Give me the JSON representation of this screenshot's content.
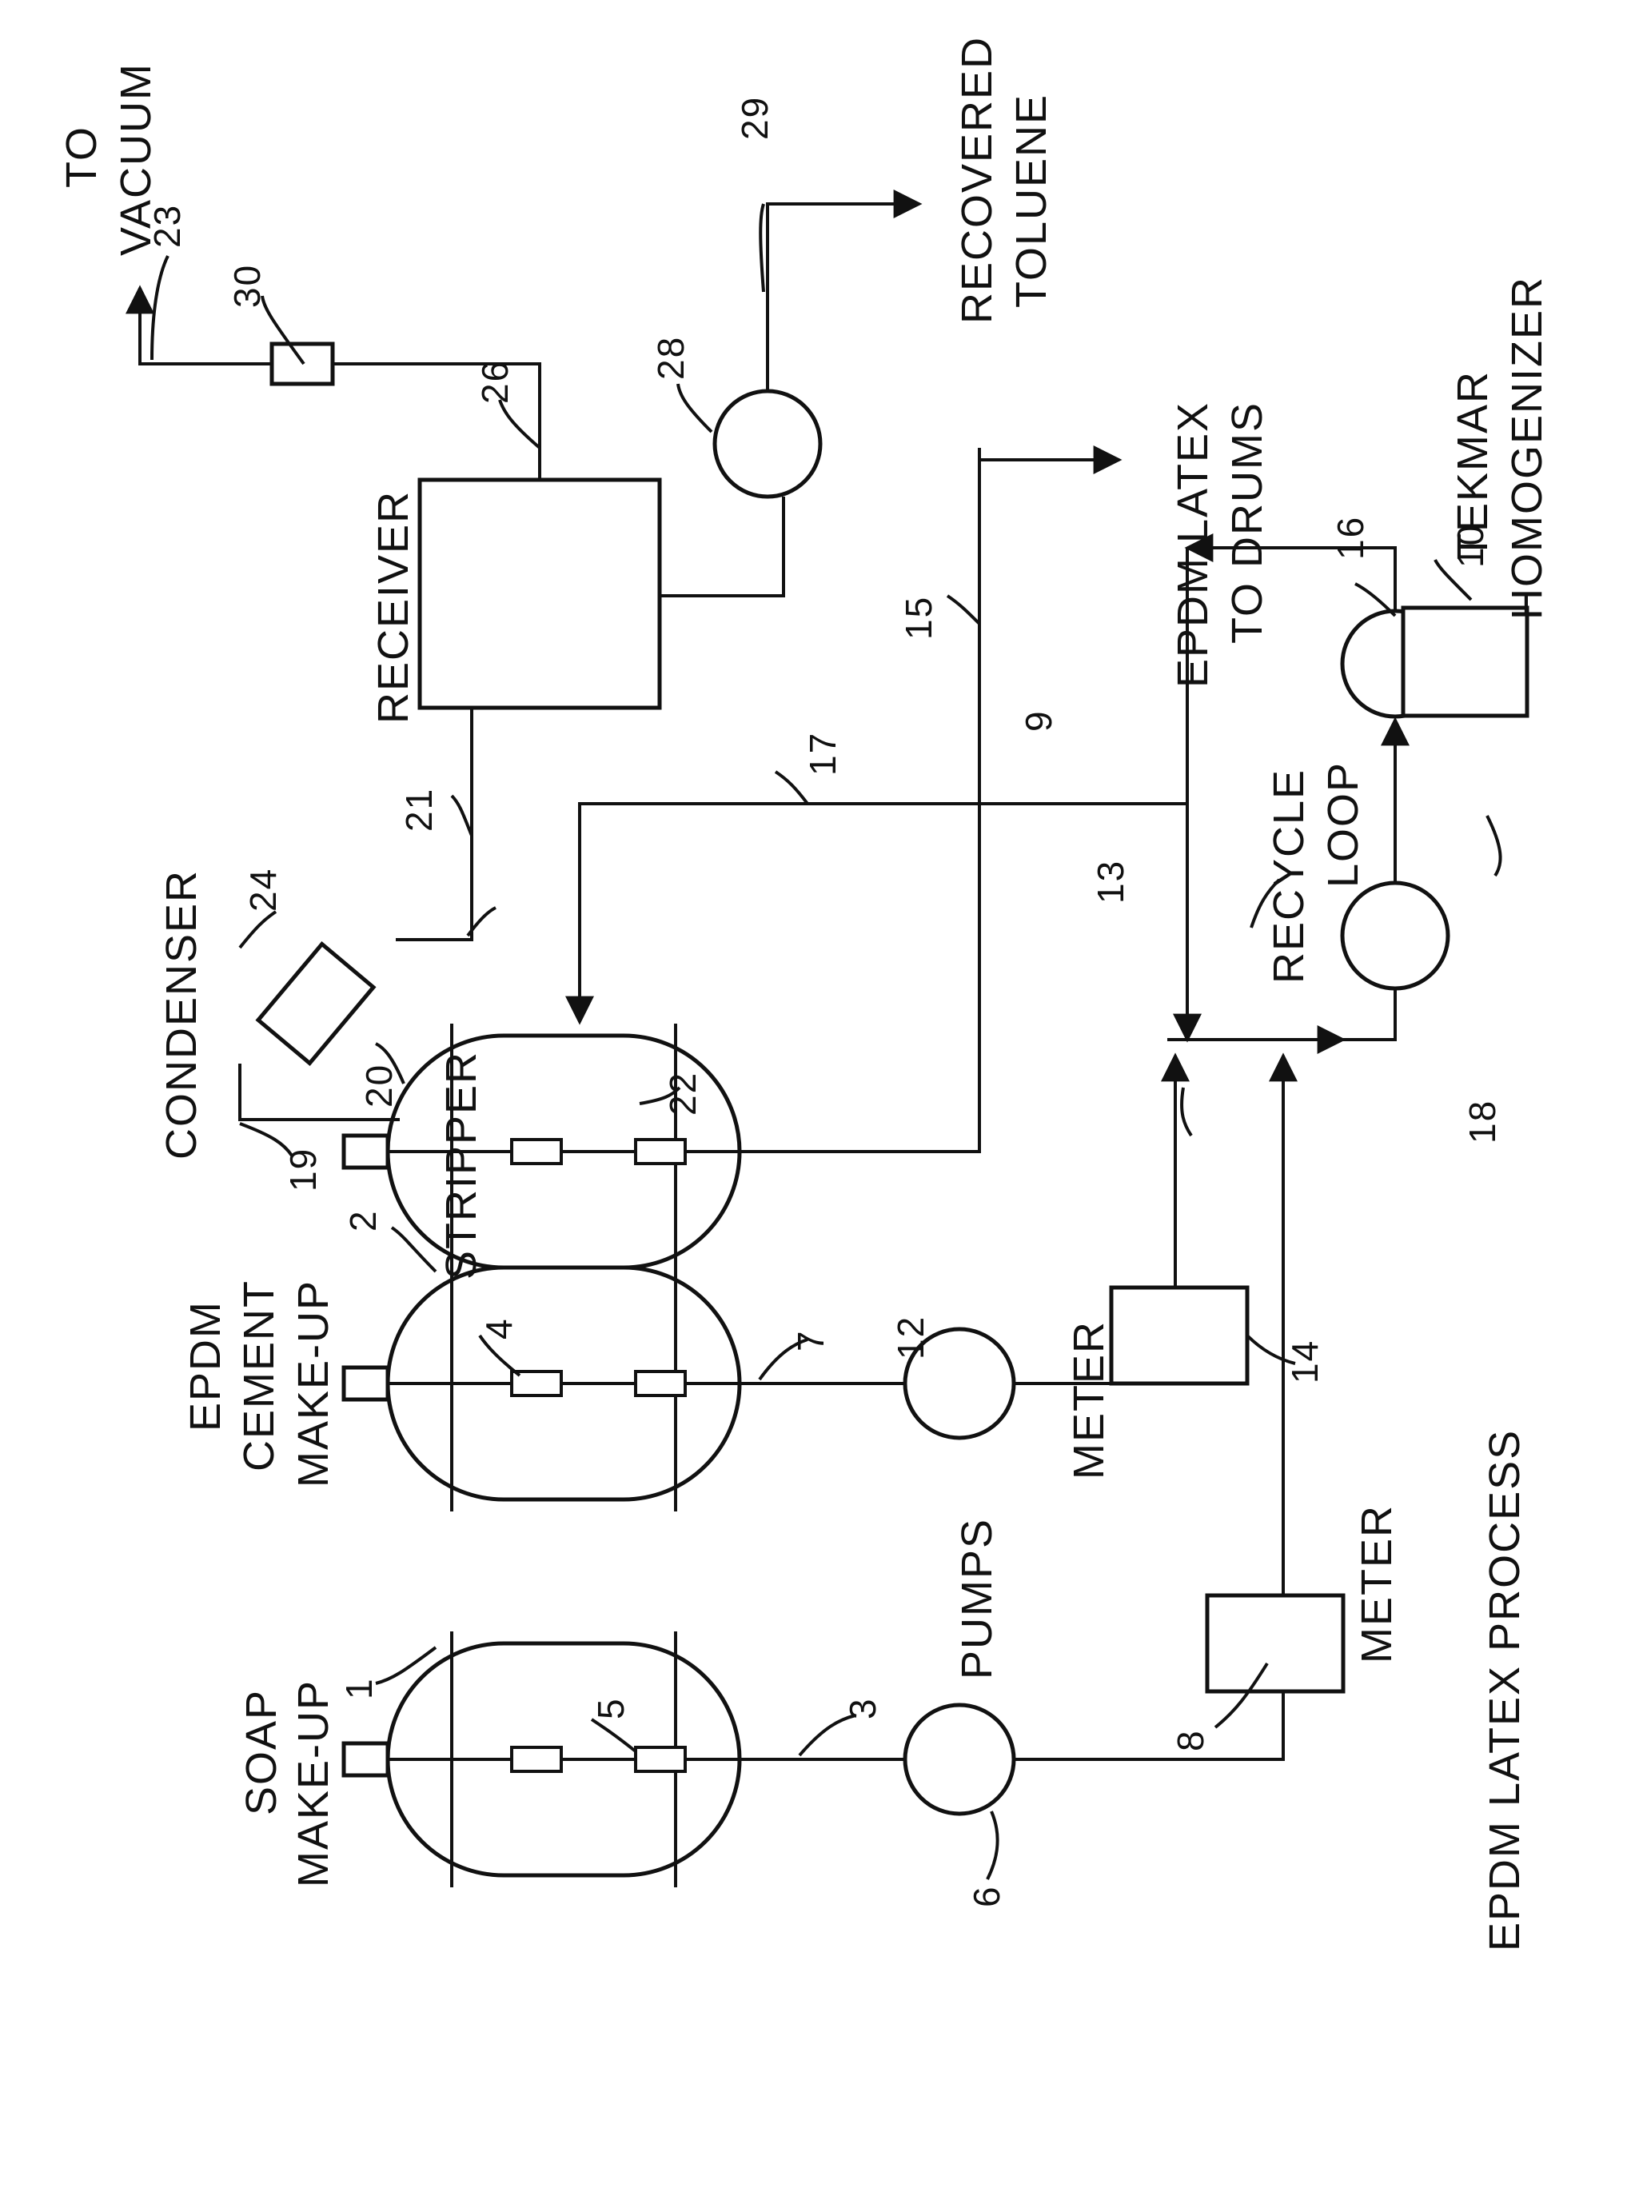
{
  "diagram": {
    "title": "EPDM LATEX PROCESS",
    "labels": {
      "soap_makeup": [
        "SOAP",
        "MAKE-UP"
      ],
      "epdm_cement_makeup": [
        "EPDM",
        "CEMENT",
        "MAKE-UP"
      ],
      "pumps": "PUMPS",
      "meter_8": "METER",
      "meter_14": "METER",
      "stripper": "STRIPPER",
      "condenser": "CONDENSER",
      "receiver": "RECEIVER",
      "to_vacuum": [
        "TO",
        "VACUUM"
      ],
      "recovered_toluene": [
        "RECOVERED",
        "TOLUENE"
      ],
      "epdm_latex_to_drums": [
        "EPDM LATEX",
        "TO DRUMS"
      ],
      "tekmar_homogenizer": [
        "TEKMAR",
        "HOMOGENIZER"
      ],
      "recycle_loop": [
        "RECYCLE",
        "LOOP"
      ]
    },
    "refs": {
      "r1": "1",
      "r2": "2",
      "r3": "3",
      "r4": "4",
      "r5": "5",
      "r6": "6",
      "r7": "7",
      "r8": "8",
      "r9": "9",
      "r10": "10",
      "r12": "12",
      "r13": "13",
      "r14": "14",
      "r15": "15",
      "r16": "16",
      "r17": "17",
      "r18": "18",
      "r19": "19",
      "r20": "20",
      "r21": "21",
      "r22": "22",
      "r23": "23",
      "r24": "24",
      "r26": "26",
      "r28": "28",
      "r29": "29",
      "r30": "30"
    }
  }
}
